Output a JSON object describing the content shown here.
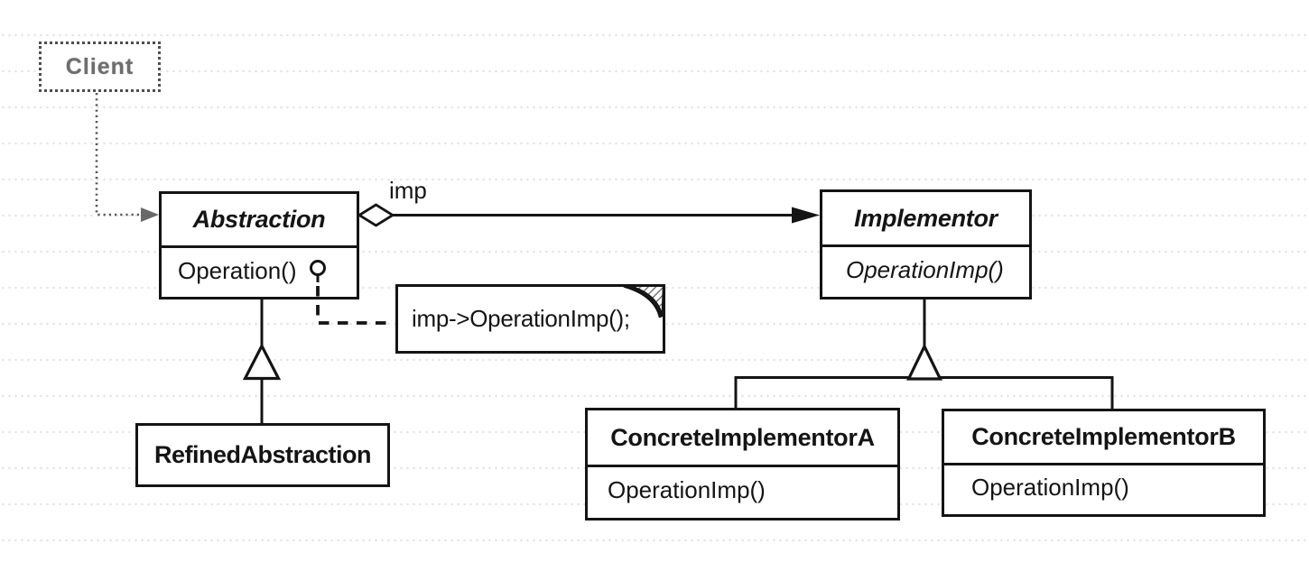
{
  "client": {
    "label": "Client"
  },
  "association": {
    "label": "imp"
  },
  "note": {
    "text": "imp->OperationImp();"
  },
  "classes": {
    "abstraction": {
      "name": "Abstraction",
      "method": "Operation()"
    },
    "implementor": {
      "name": "Implementor",
      "method": "OperationImp()"
    },
    "refined_abstraction": {
      "name": "RefinedAbstraction"
    },
    "concrete_implementor_a": {
      "name": "ConcreteImplementorA",
      "method": "OperationImp()"
    },
    "concrete_implementor_b": {
      "name": "ConcreteImplementorB",
      "method": "OperationImp()"
    }
  },
  "colors": {
    "line": "#141414",
    "client_gray": "#6e6e6e",
    "background": "#ffffff"
  }
}
